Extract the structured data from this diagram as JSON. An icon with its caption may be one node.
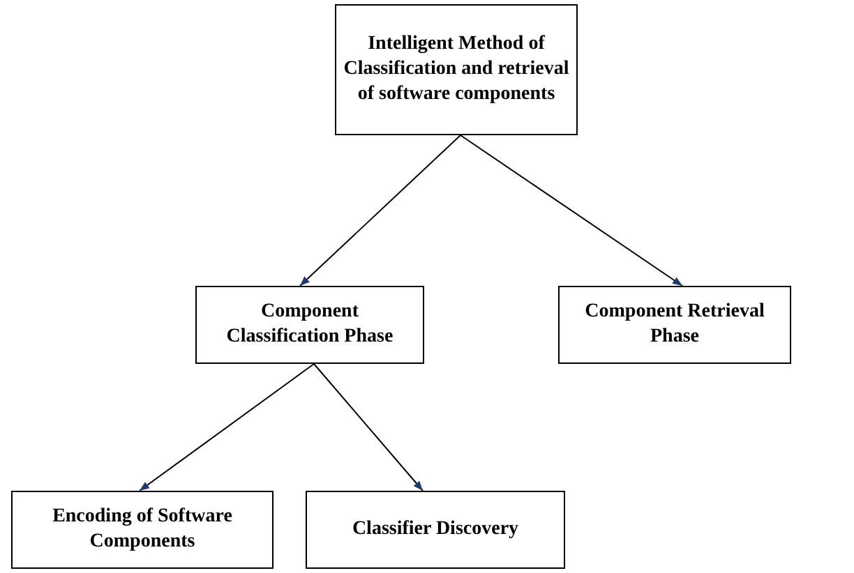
{
  "diagram": {
    "nodes": [
      {
        "text": [
          "Intelligent Method of Classification and retrieval of software components"
        ]
      },
      {
        "text": [
          "Component Classification Phase"
        ]
      },
      {
        "text": [
          "Component Retrieval Phase"
        ]
      },
      {
        "text": [
          "Encoding of Software Components"
        ]
      },
      {
        "text": [
          "Classifier Discovery"
        ]
      }
    ],
    "edges": [
      {
        "from": 0,
        "to": 1,
        "arrow": "to"
      },
      {
        "from": 0,
        "to": 2,
        "arrow": "to"
      },
      {
        "from": 1,
        "to": 3,
        "arrow": "to"
      },
      {
        "from": 1,
        "to": 4,
        "arrow": "to"
      }
    ]
  }
}
